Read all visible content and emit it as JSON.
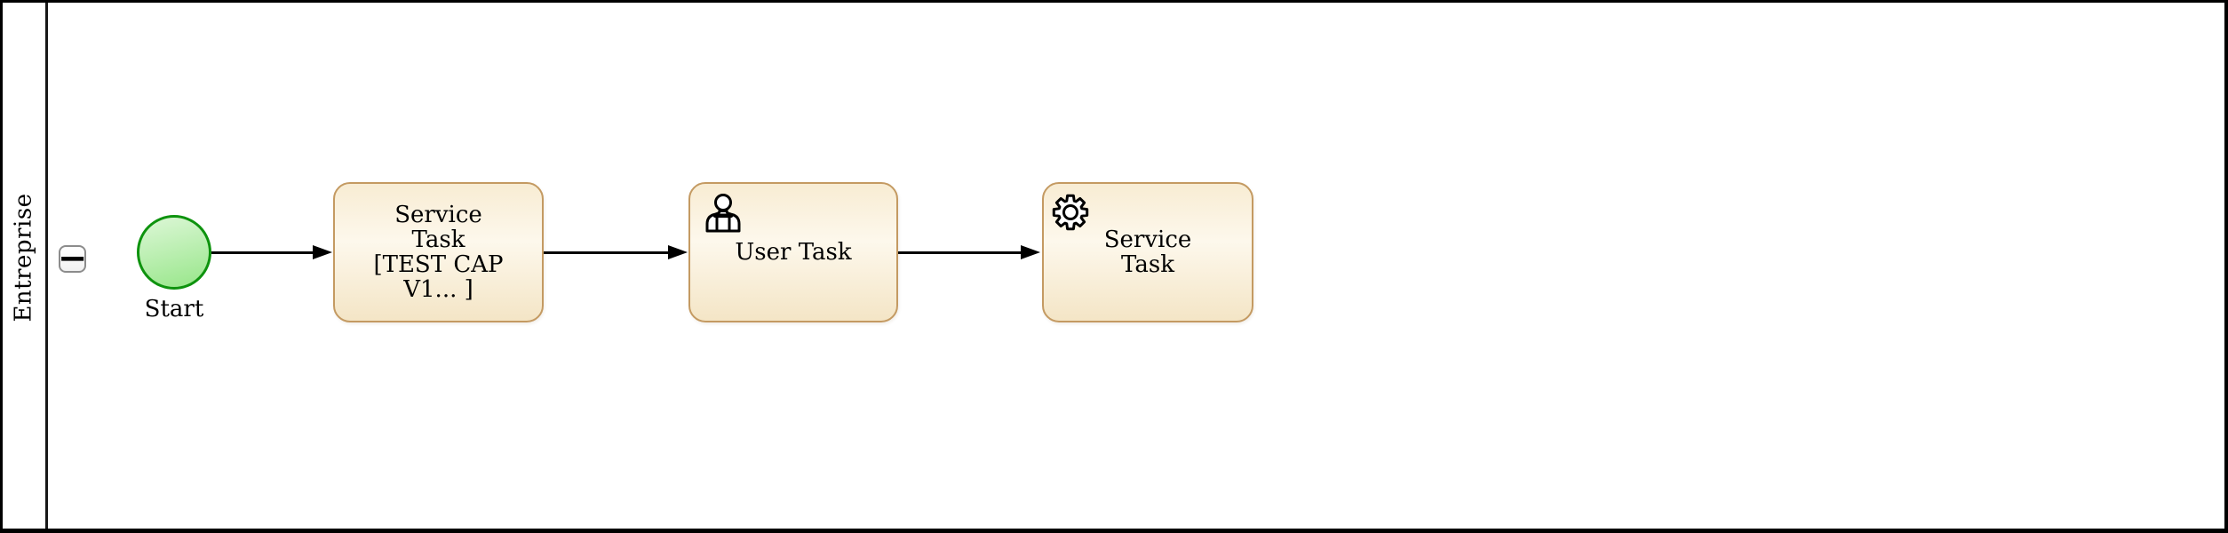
{
  "pool": {
    "lane_label": "Entreprise",
    "collapse_symbol": "−"
  },
  "process": {
    "start_event": {
      "label": "Start"
    },
    "tasks": [
      {
        "id": "service-task-1",
        "icon": null,
        "line1": "Service",
        "line2": "Task",
        "line3": "[TEST CAP",
        "line4": "V1... ]"
      },
      {
        "id": "user-task",
        "icon": "user-icon",
        "line1": "User Task"
      },
      {
        "id": "service-task-2",
        "icon": "gear-icon",
        "line1": "Service",
        "line2": "Task"
      }
    ],
    "flows": [
      {
        "from": "start-event",
        "to": "service-task-1"
      },
      {
        "from": "service-task-1",
        "to": "user-task"
      },
      {
        "from": "user-task",
        "to": "service-task-2"
      }
    ]
  },
  "colors": {
    "pool_border": "#000000",
    "start_border": "#0e930e",
    "start_fill_top": "#ddf7d7",
    "start_fill_bottom": "#97e689",
    "task_border": "#c49a62",
    "task_fill_top": "#f8ecd3",
    "task_fill_mid": "#fdf8ec",
    "task_fill_bottom": "#f4e5c6"
  }
}
